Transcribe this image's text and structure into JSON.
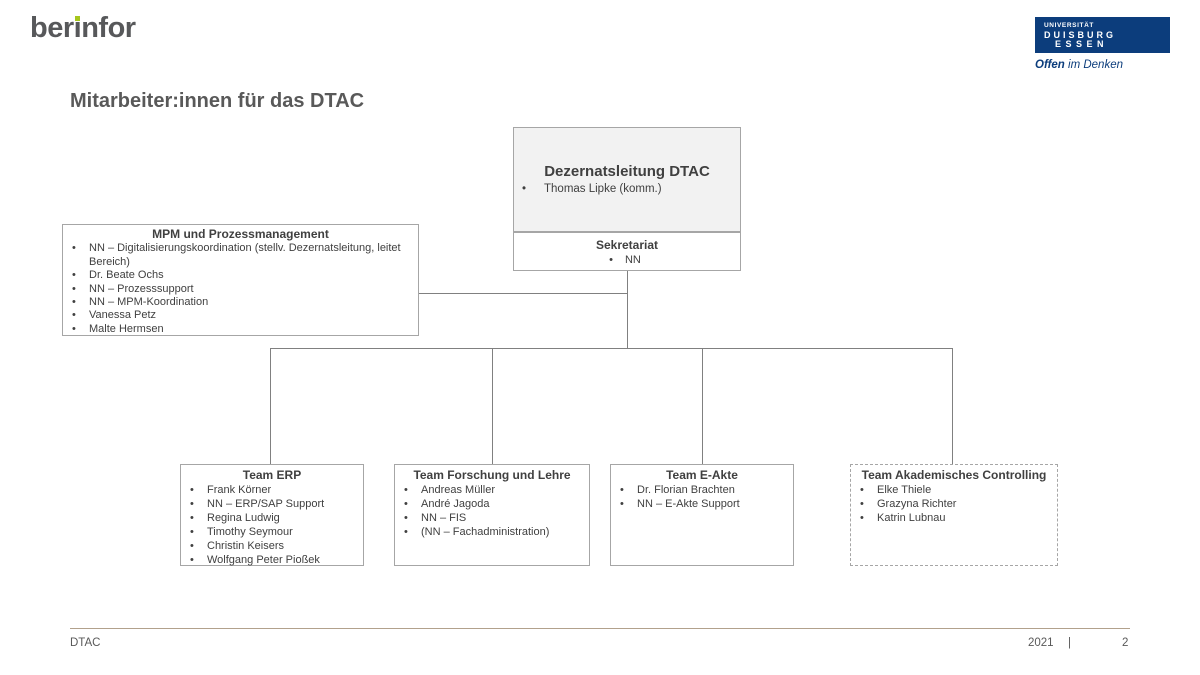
{
  "header": {
    "berinfor": {
      "text": "berinfor",
      "part1": "ber",
      "dotless_i": "ı",
      "part2": "nfor"
    },
    "ude": {
      "line1": "UNIVERSITÄT",
      "line2": "DUISBURG",
      "line3": "ESSEN",
      "slogan_bold": "Offen",
      "slogan_rest": "im Denken"
    }
  },
  "page_title": "Mitarbeiter:innen für das DTAC",
  "org": {
    "leadership": {
      "title": "Dezernatsleitung DTAC",
      "members": [
        "Thomas Lipke (komm.)"
      ]
    },
    "sekretariat": {
      "title": "Sekretariat",
      "members": [
        "NN"
      ]
    },
    "mpm": {
      "title": "MPM und Prozessmanagement",
      "members": [
        "NN – Digitalisierungskoordination (stellv. Dezernatsleitung, leitet Bereich)",
        "Dr. Beate Ochs",
        "NN – Prozesssupport",
        "NN – MPM-Koordination",
        "Vanessa Petz",
        "Malte Hermsen"
      ]
    },
    "team_erp": {
      "title": "Team ERP",
      "members": [
        "Frank Körner",
        "NN – ERP/SAP Support",
        "Regina Ludwig",
        "Timothy Seymour",
        "Christin Keisers",
        "Wolfgang Peter Pioßek"
      ]
    },
    "team_forschung_lehre": {
      "title": "Team Forschung und Lehre",
      "members": [
        "Andreas Müller",
        "André Jagoda",
        "NN – FIS",
        "(NN – Fachadministration)"
      ]
    },
    "team_eakte": {
      "title": "Team E-Akte",
      "members": [
        "Dr. Florian Brachten",
        "NN – E-Akte Support"
      ]
    },
    "team_akademisches_controlling": {
      "title": "Team Akademisches Controlling",
      "members": [
        "Elke Thiele",
        "Grazyna Richter",
        "Katrin Lubnau"
      ]
    }
  },
  "footer": {
    "left": "DTAC",
    "year": "2021",
    "separator": "|",
    "page": "2"
  },
  "colors": {
    "berinfor_gray": "#57585a",
    "berinfor_green": "#a6c61c",
    "ude_blue": "#0c3d7c",
    "box_border": "#a6a6a6",
    "leadership_fill": "#f2f2f2",
    "connector_gray": "#808080",
    "footer_line_tan": "#b2a18c",
    "text_dark_gray": "#404040"
  }
}
